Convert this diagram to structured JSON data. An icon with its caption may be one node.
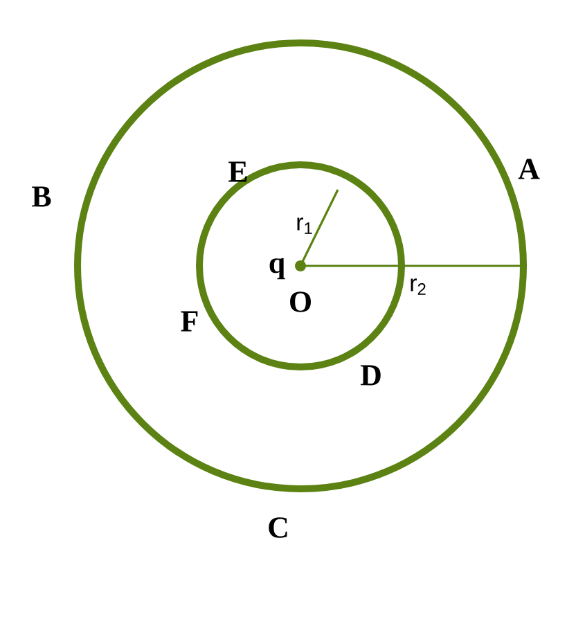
{
  "diagram": {
    "nodes": [
      {
        "text": [],
        "shape": "circle"
      },
      {
        "text": [],
        "shape": "circle",
        "in": 0
      }
    ],
    "labels": [
      "A",
      "E",
      "B",
      "r$_{1}$",
      "q",
      "r$_{2}$",
      "O",
      "F",
      "D",
      "C"
    ]
  }
}
